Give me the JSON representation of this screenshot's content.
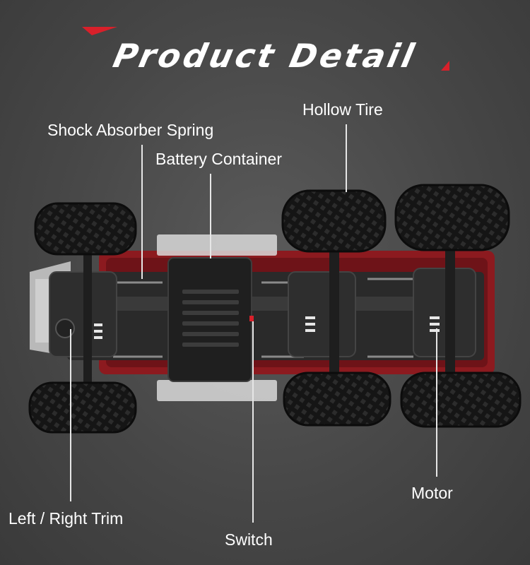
{
  "title": "Product Detail",
  "colors": {
    "accent": "#d8202a",
    "body_red": "#8c1a1f",
    "chassis": "#2b2b2b",
    "label": "#ffffff"
  },
  "callouts": {
    "hollow_tire": "Hollow Tire",
    "shock_absorber": "Shock Absorber Spring",
    "battery_container": "Battery Container",
    "motor": "Motor",
    "trim": "Left / Right Trim",
    "switch": "Switch"
  }
}
